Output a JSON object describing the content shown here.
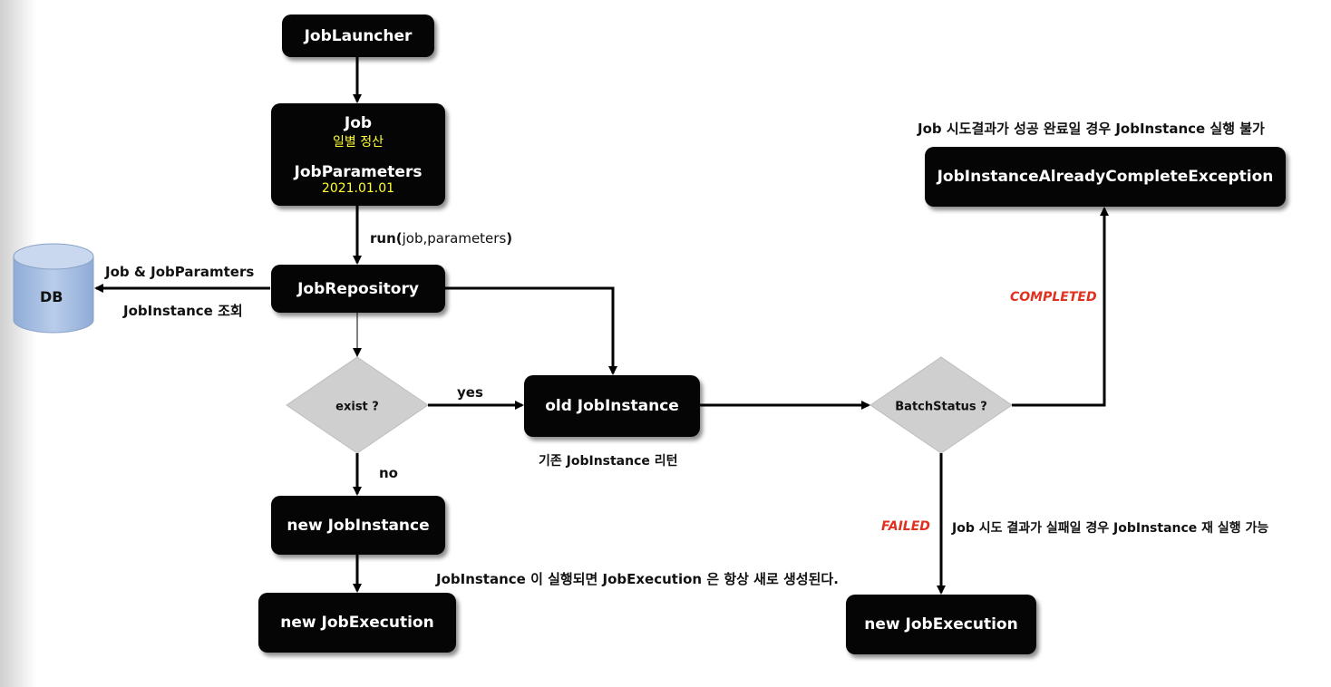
{
  "nodes": {
    "job_launcher": "JobLauncher",
    "job": "Job",
    "job_sub": "일별 정산",
    "job_parameters": "JobParameters",
    "job_parameters_sub": "2021.01.01",
    "job_repository": "JobRepository",
    "db": "DB",
    "exist": "exist ?",
    "old_job_instance": "old JobInstance",
    "new_job_instance": "new JobInstance",
    "new_job_execution_left": "new JobExecution",
    "batch_status": "BatchStatus ?",
    "already_complete_exception": "JobInstanceAlreadyCompleteException",
    "new_job_execution_right": "new JobExecution"
  },
  "labels": {
    "run_bold": "run(",
    "run_args": "job,parameters",
    "run_close": ")",
    "db_query_top": "Job & JobParamters",
    "db_query_bottom": "JobInstance 조회",
    "yes": "yes",
    "no": "no",
    "return_existing": "기존 JobInstance 리턴",
    "always_new_execution": "JobInstance 이 실행되면 JobExecution 은 항상 새로 생성된다.",
    "completed": "COMPLETED",
    "failed": "FAILED",
    "completed_note": "Job 시도결과가 성공 완료일 경우 JobInstance 실행 불가",
    "failed_note": "Job 시도 결과가 실패일 경우 JobInstance 재 실행 가능"
  },
  "colors": {
    "box": "#050505",
    "highlight_text": "#ffff33",
    "status_text": "#e03020",
    "diamond": "#cfcfcf",
    "db": "#a9c2e6"
  }
}
